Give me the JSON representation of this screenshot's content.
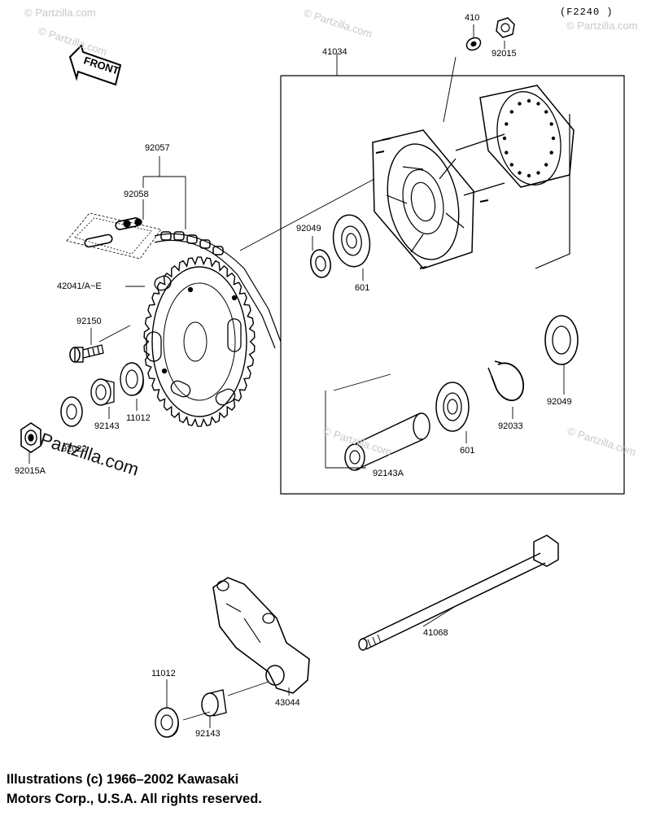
{
  "diagram": {
    "figure_code": "(F2240 )",
    "front_arrow_label": "FRONT"
  },
  "parts": [
    {
      "label": "410"
    },
    {
      "label": "92015"
    },
    {
      "label": "41034"
    },
    {
      "label": "92057"
    },
    {
      "label": "92058"
    },
    {
      "label": "42041/A~E"
    },
    {
      "label": "92049"
    },
    {
      "label": "601"
    },
    {
      "label": "92150"
    },
    {
      "label": "11012"
    },
    {
      "label": "92143"
    },
    {
      "label": "92022"
    },
    {
      "label": "92015A"
    },
    {
      "label": "92143A"
    },
    {
      "label": "601"
    },
    {
      "label": "92033"
    },
    {
      "label": "92049"
    },
    {
      "label": "41068"
    },
    {
      "label": "11012"
    },
    {
      "label": "43044"
    },
    {
      "label": "92143"
    }
  ],
  "watermarks": {
    "small": "© Partzilla.com",
    "large": "Partzilla.com"
  },
  "copyright": {
    "line1": "Illustrations (c) 1966–2002 Kawasaki",
    "line2": "Motors Corp., U.S.A.  All rights reserved."
  }
}
